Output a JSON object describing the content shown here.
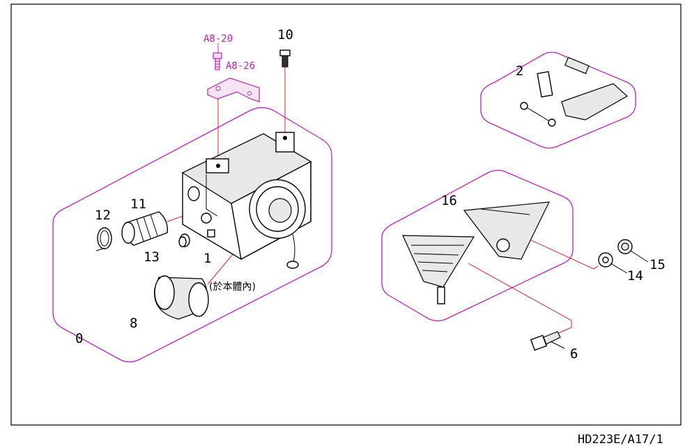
{
  "diagram": {
    "drawing_code": "HD223E/A17/1",
    "note_inside_body": "(於本體內)",
    "colors": {
      "group_outline": "#c020c0",
      "leader_line": "#e02020",
      "frame": "#000000"
    },
    "parts": {
      "p0": "0",
      "p1": "1",
      "p2": "2",
      "p6": "6",
      "p8": "8",
      "p10": "10",
      "p11": "11",
      "p12": "12",
      "p13": "13",
      "p14": "14",
      "p15": "15",
      "p16": "16"
    },
    "refs": {
      "a8_20": "A8-20",
      "a8_26": "A8-26"
    }
  }
}
